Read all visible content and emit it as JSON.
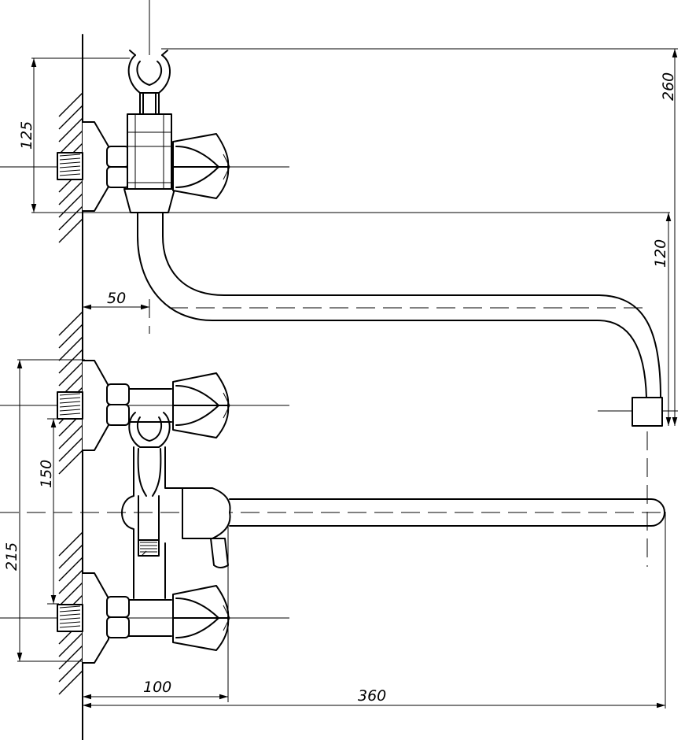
{
  "dimensions": {
    "shower_holder_height": "260",
    "upper_tap_height": "125",
    "upper_spout_drop": "120",
    "wall_offset": "50",
    "inlet_spacing": "150",
    "lower_height": "215",
    "body_projection": "100",
    "spout_reach": "360"
  }
}
